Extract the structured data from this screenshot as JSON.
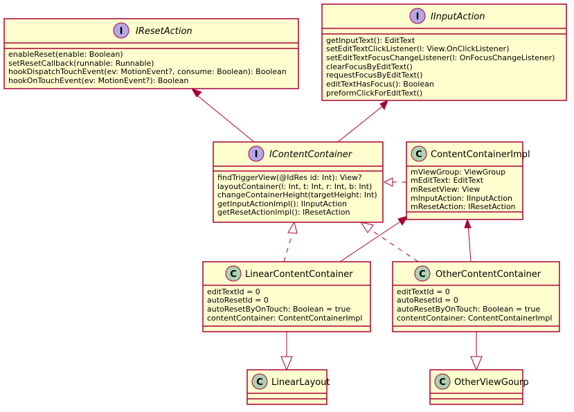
{
  "classes": {
    "ireset": {
      "name": "IResetAction",
      "kind": "I",
      "members": [
        "enableReset(enable: Boolean)",
        "setResetCallback(runnable: Runnable)",
        "hookDispatchTouchEvent(ev: MotionEvent?, consume: Boolean): Boolean",
        "hookOnTouchEvent(ev: MotionEvent?): Boolean"
      ]
    },
    "iinput": {
      "name": "IInputAction",
      "kind": "I",
      "members": [
        "getInputText(): EditText",
        "setEditTextClickListener(l: View.OnClickListener)",
        "setEditTextFocusChangeListener(l: OnFocusChangeListener)",
        "clearFocusByEditText()",
        "requestFocusByEditText()",
        "editTextHasFocus(): Boolean",
        "preformClickForEditText()"
      ]
    },
    "icontent": {
      "name": "IContentContainer",
      "kind": "I",
      "members": [
        "findTriggerView(@IdRes id: Int): View?",
        "layoutContainer(l: Int, t: Int, r: Int, b: Int)",
        "changeContainerHeight(targetHeight: Int)",
        "getInputActionImpl(): IInputAction",
        "getResetActionImpl(): IResetAction"
      ]
    },
    "impl": {
      "name": "ContentContainerImpl",
      "kind": "C",
      "members": [
        "mViewGroup: ViewGroup",
        "mEditText: EditText",
        "mResetView: View",
        "mInputAction: IInputAction",
        "mResetAction: IResetAction"
      ]
    },
    "linear": {
      "name": "LinearContentContainer",
      "kind": "C",
      "members": [
        "editTextId = 0",
        "autoResetId = 0",
        "autoResetByOnTouch: Boolean = true",
        "contentContainer: ContentContainerImpl"
      ]
    },
    "other": {
      "name": "OtherContentContainer",
      "kind": "C",
      "members": [
        "editTextId = 0",
        "autoResetId = 0",
        "autoResetByOnTouch: Boolean = true",
        "contentContainer: ContentContainerImpl"
      ]
    },
    "linearlayout": {
      "name": "LinearLayout",
      "kind": "C",
      "members": []
    },
    "otherview": {
      "name": "OtherViewGourp",
      "kind": "C",
      "members": []
    }
  },
  "colors": {
    "box_fill": "#fefece",
    "border": "#a80036",
    "interface_badge": "#b4a7e5",
    "class_badge": "#add1b2"
  }
}
